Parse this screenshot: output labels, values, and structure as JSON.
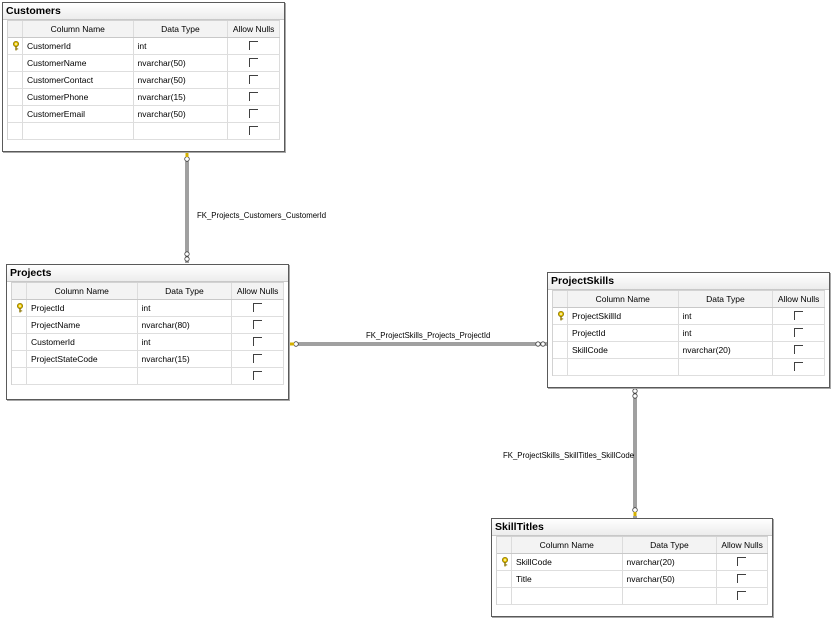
{
  "headers": {
    "col_name": "Column Name",
    "data_type": "Data Type",
    "allow_nulls": "Allow Nulls"
  },
  "tables": {
    "customers": {
      "title": "Customers",
      "rows": [
        {
          "name": "CustomerId",
          "type": "int",
          "pk": true
        },
        {
          "name": "CustomerName",
          "type": "nvarchar(50)",
          "pk": false
        },
        {
          "name": "CustomerContact",
          "type": "nvarchar(50)",
          "pk": false
        },
        {
          "name": "CustomerPhone",
          "type": "nvarchar(15)",
          "pk": false
        },
        {
          "name": "CustomerEmail",
          "type": "nvarchar(50)",
          "pk": false
        }
      ]
    },
    "projects": {
      "title": "Projects",
      "rows": [
        {
          "name": "ProjectId",
          "type": "int",
          "pk": true
        },
        {
          "name": "ProjectName",
          "type": "nvarchar(80)",
          "pk": false
        },
        {
          "name": "CustomerId",
          "type": "int",
          "pk": false
        },
        {
          "name": "ProjectStateCode",
          "type": "nvarchar(15)",
          "pk": false
        }
      ]
    },
    "projectskills": {
      "title": "ProjectSkills",
      "rows": [
        {
          "name": "ProjectSkillId",
          "type": "int",
          "pk": true
        },
        {
          "name": "ProjectId",
          "type": "int",
          "pk": false
        },
        {
          "name": "SkillCode",
          "type": "nvarchar(20)",
          "pk": false
        }
      ]
    },
    "skilltitles": {
      "title": "SkillTitles",
      "rows": [
        {
          "name": "SkillCode",
          "type": "nvarchar(20)",
          "pk": true
        },
        {
          "name": "Title",
          "type": "nvarchar(50)",
          "pk": false
        }
      ]
    }
  },
  "relationships": {
    "fk1": "FK_Projects_Customers_CustomerId",
    "fk2": "FK_ProjectSkills_Projects_ProjectId",
    "fk3": "FK_ProjectSkills_SkillTitles_SkillCode"
  },
  "colors": {
    "key": "#d4b000",
    "line": "#404040",
    "border": "#5a5a5a"
  }
}
